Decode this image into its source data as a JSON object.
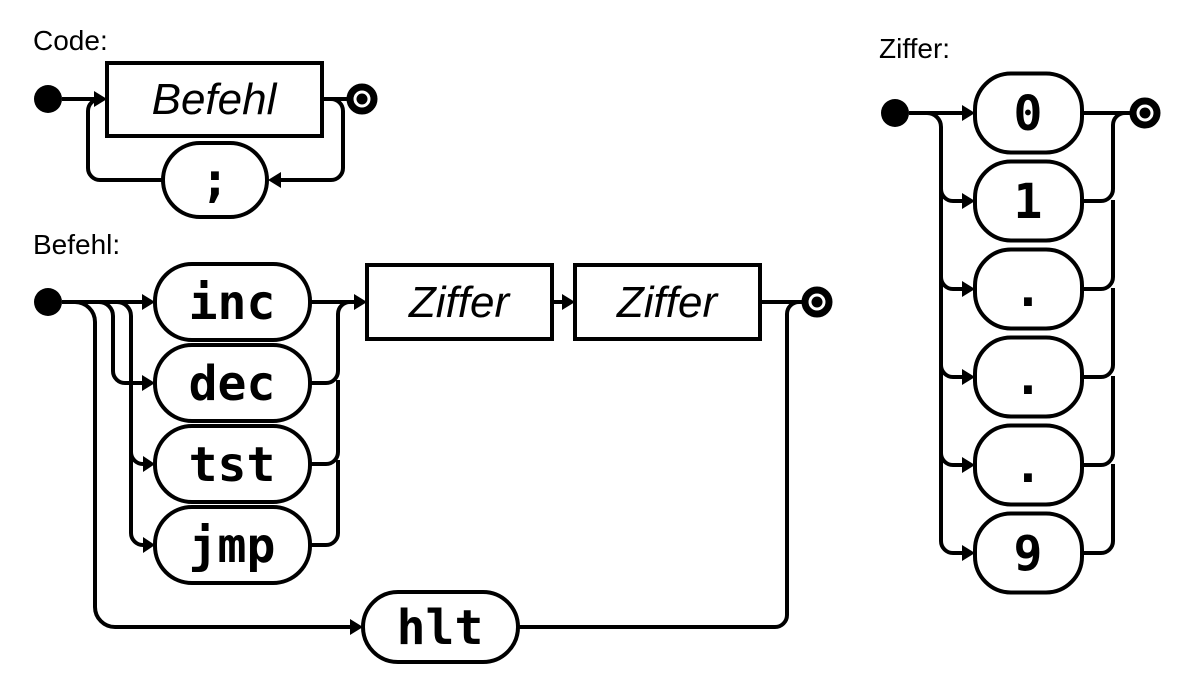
{
  "colors": {
    "line": "#000000",
    "node_fill": "#ffffff",
    "background": "#ffffff"
  },
  "code": {
    "label": "Code:",
    "nonterminal": "Befehl",
    "separator": ";"
  },
  "befehl": {
    "label": "Befehl:",
    "ops": [
      "inc",
      "dec",
      "tst",
      "jmp"
    ],
    "operands": [
      "Ziffer",
      "Ziffer"
    ],
    "halt": "hlt"
  },
  "ziffer": {
    "label": "Ziffer:",
    "digits": [
      "0",
      "1",
      ".",
      ".",
      ".",
      "9"
    ]
  }
}
